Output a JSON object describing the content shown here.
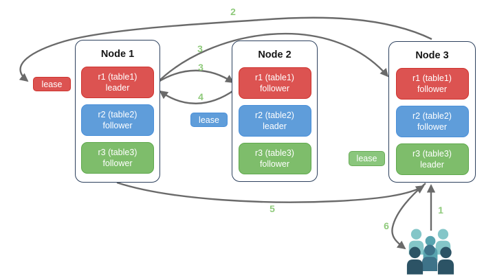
{
  "diagram": {
    "nodes": [
      {
        "title": "Node 1",
        "replicas": [
          {
            "range": "r1 (table1)",
            "role": "leader"
          },
          {
            "range": "r2 (table2)",
            "role": "follower"
          },
          {
            "range": "r3 (table3)",
            "role": "follower"
          }
        ]
      },
      {
        "title": "Node 2",
        "replicas": [
          {
            "range": "r1 (table1)",
            "role": "follower"
          },
          {
            "range": "r2 (table2)",
            "role": "leader"
          },
          {
            "range": "r3 (table3)",
            "role": "follower"
          }
        ]
      },
      {
        "title": "Node 3",
        "replicas": [
          {
            "range": "r1 (table1)",
            "role": "follower"
          },
          {
            "range": "r2 (table2)",
            "role": "follower"
          },
          {
            "range": "r3 (table3)",
            "role": "leader"
          }
        ]
      }
    ],
    "leases": [
      {
        "label": "lease",
        "color_name": "red"
      },
      {
        "label": "lease",
        "color_name": "blue"
      },
      {
        "label": "lease",
        "color_name": "green"
      }
    ],
    "steps": {
      "one": "1",
      "two": "2",
      "three_to_node3": "3",
      "three_to_node2": "3",
      "four": "4",
      "five": "5",
      "six": "6"
    },
    "icons": {
      "users_group": "group of client users"
    },
    "colors": {
      "replica_red": "#dc5351",
      "replica_red_border": "#ce332e",
      "replica_blue": "#5f9dda",
      "replica_blue_border": "#4a8fd9",
      "replica_green": "#7ebd6b",
      "replica_green_border": "#5fa84d",
      "node_border": "#2b3f5c",
      "arrow": "#6a6a6a",
      "step_label": "#8fca7b",
      "users_light": "#84c6c8",
      "users_medium": "#58a4af",
      "users_mid_dark": "#3e7389",
      "users_dark": "#2c5365"
    }
  }
}
